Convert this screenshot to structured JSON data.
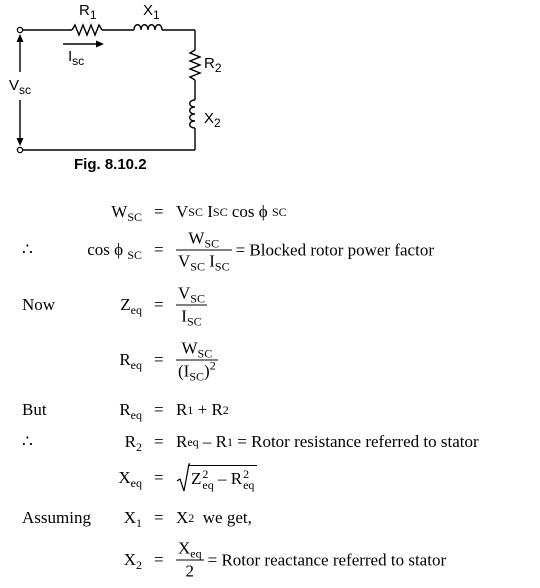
{
  "circuit": {
    "r1": "R",
    "r1_sub": "1",
    "x1": "X",
    "x1_sub": "1",
    "r2": "R",
    "r2_sub": "2",
    "x2": "X",
    "x2_sub": "2",
    "isc": "I",
    "isc_sub": "sc",
    "vsc": "V",
    "vsc_sub": "sc",
    "caption": "Fig. 8.10.2"
  },
  "eq1": {
    "lhs": "W",
    "lhs_sub": "SC",
    "equals": "=",
    "rhs_v": "V",
    "rhs_v_sub": "SC",
    "rhs_i": "I",
    "rhs_i_sub": "SC",
    "rhs_cos": "cos",
    "rhs_phi": "ϕ",
    "rhs_phi_sub": "SC"
  },
  "eq2": {
    "label": "∴",
    "lhs_cos": "cos",
    "lhs_phi": "ϕ",
    "lhs_sub": "SC",
    "equals": "=",
    "num": "W",
    "num_sub": "SC",
    "den_v": "V",
    "den_v_sub": "SC",
    "den_i": "I",
    "den_i_sub": "SC",
    "tail": "= Blocked rotor power factor"
  },
  "eq3": {
    "label": "Now",
    "lhs": "Z",
    "lhs_sub": "eq",
    "equals": "=",
    "num": "V",
    "num_sub": "SC",
    "den": "I",
    "den_sub": "SC"
  },
  "eq4": {
    "lhs": "R",
    "lhs_sub": "eq",
    "equals": "=",
    "num": "W",
    "num_sub": "SC",
    "den_open": "(I",
    "den_sub": "SC",
    "den_close": ")",
    "den_sup": "2"
  },
  "eq5": {
    "label": "But",
    "lhs": "R",
    "lhs_sub": "eq",
    "equals": "=",
    "a": "R",
    "a_sub": "1",
    "plus": "+",
    "b": "R",
    "b_sub": "2"
  },
  "eq6": {
    "label": "∴",
    "lhs": "R",
    "lhs_sub": "2",
    "equals": "=",
    "a": "R",
    "a_sub": "eq",
    "minus": "–",
    "b": "R",
    "b_sub": "1",
    "tail": "= Rotor resistance referred to stator"
  },
  "eq7": {
    "lhs": "X",
    "lhs_sub": "eq",
    "equals": "=",
    "a": "Z",
    "a_sub": "eq",
    "a_sup": "2",
    "minus": "–",
    "b": "R",
    "b_sub": "eq",
    "b_sup": "2"
  },
  "eq8": {
    "label": "Assuming",
    "lhs": "X",
    "lhs_sub": "1",
    "equals": "=",
    "rhs": "X",
    "rhs_sub": "2",
    "tail": "we get,"
  },
  "eq9": {
    "lhs": "X",
    "lhs_sub": "2",
    "equals": "=",
    "num": "X",
    "num_sub": "eq",
    "den": "2",
    "tail": "= Rotor reactance referred to stator"
  }
}
